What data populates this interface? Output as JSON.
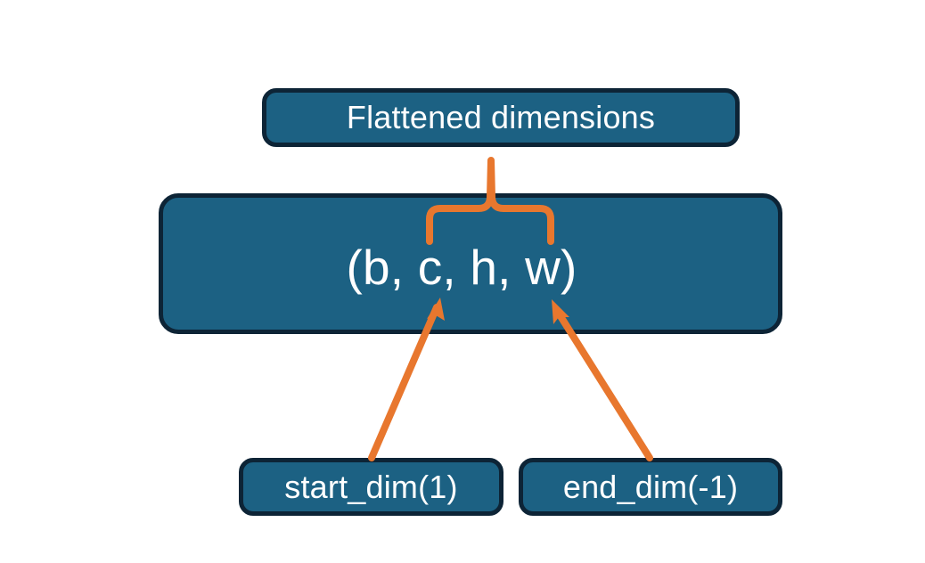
{
  "diagram": {
    "title": "Flatten dimensions diagram",
    "colors": {
      "box_fill": "#1c6183",
      "box_border": "#0d2436",
      "connector": "#e8772e",
      "text": "#ffffff",
      "background": "#ffffff"
    },
    "nodes": {
      "flattened": {
        "label": "Flattened dimensions"
      },
      "shape": {
        "label": "(b, c, h, w)"
      },
      "start_dim": {
        "label": "start_dim(1)"
      },
      "end_dim": {
        "label": "end_dim(-1)"
      }
    },
    "connectors": [
      {
        "name": "brace-shape-to-flattened",
        "type": "curly-brace",
        "direction": "up",
        "spans": "c, h, w"
      },
      {
        "name": "arrow-start-dim-to-c",
        "type": "arrow",
        "from": "start_dim(1)",
        "to": "c"
      },
      {
        "name": "arrow-end-dim-to-w",
        "type": "arrow",
        "from": "end_dim(-1)",
        "to": "w"
      }
    ]
  }
}
